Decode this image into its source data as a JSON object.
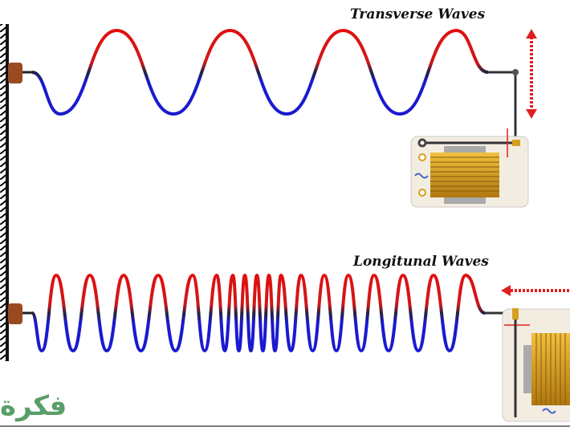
{
  "titles": {
    "transverse": "Transverse Waves",
    "longitudinal": "Longitunal Waves"
  },
  "watermark": "فكرة",
  "colors": {
    "crest": "#e01010",
    "trough": "#1a1ad0",
    "mid": "#222244",
    "coil": "#d4a020",
    "box": "#f3ece0",
    "arrow": "#e02020"
  }
}
